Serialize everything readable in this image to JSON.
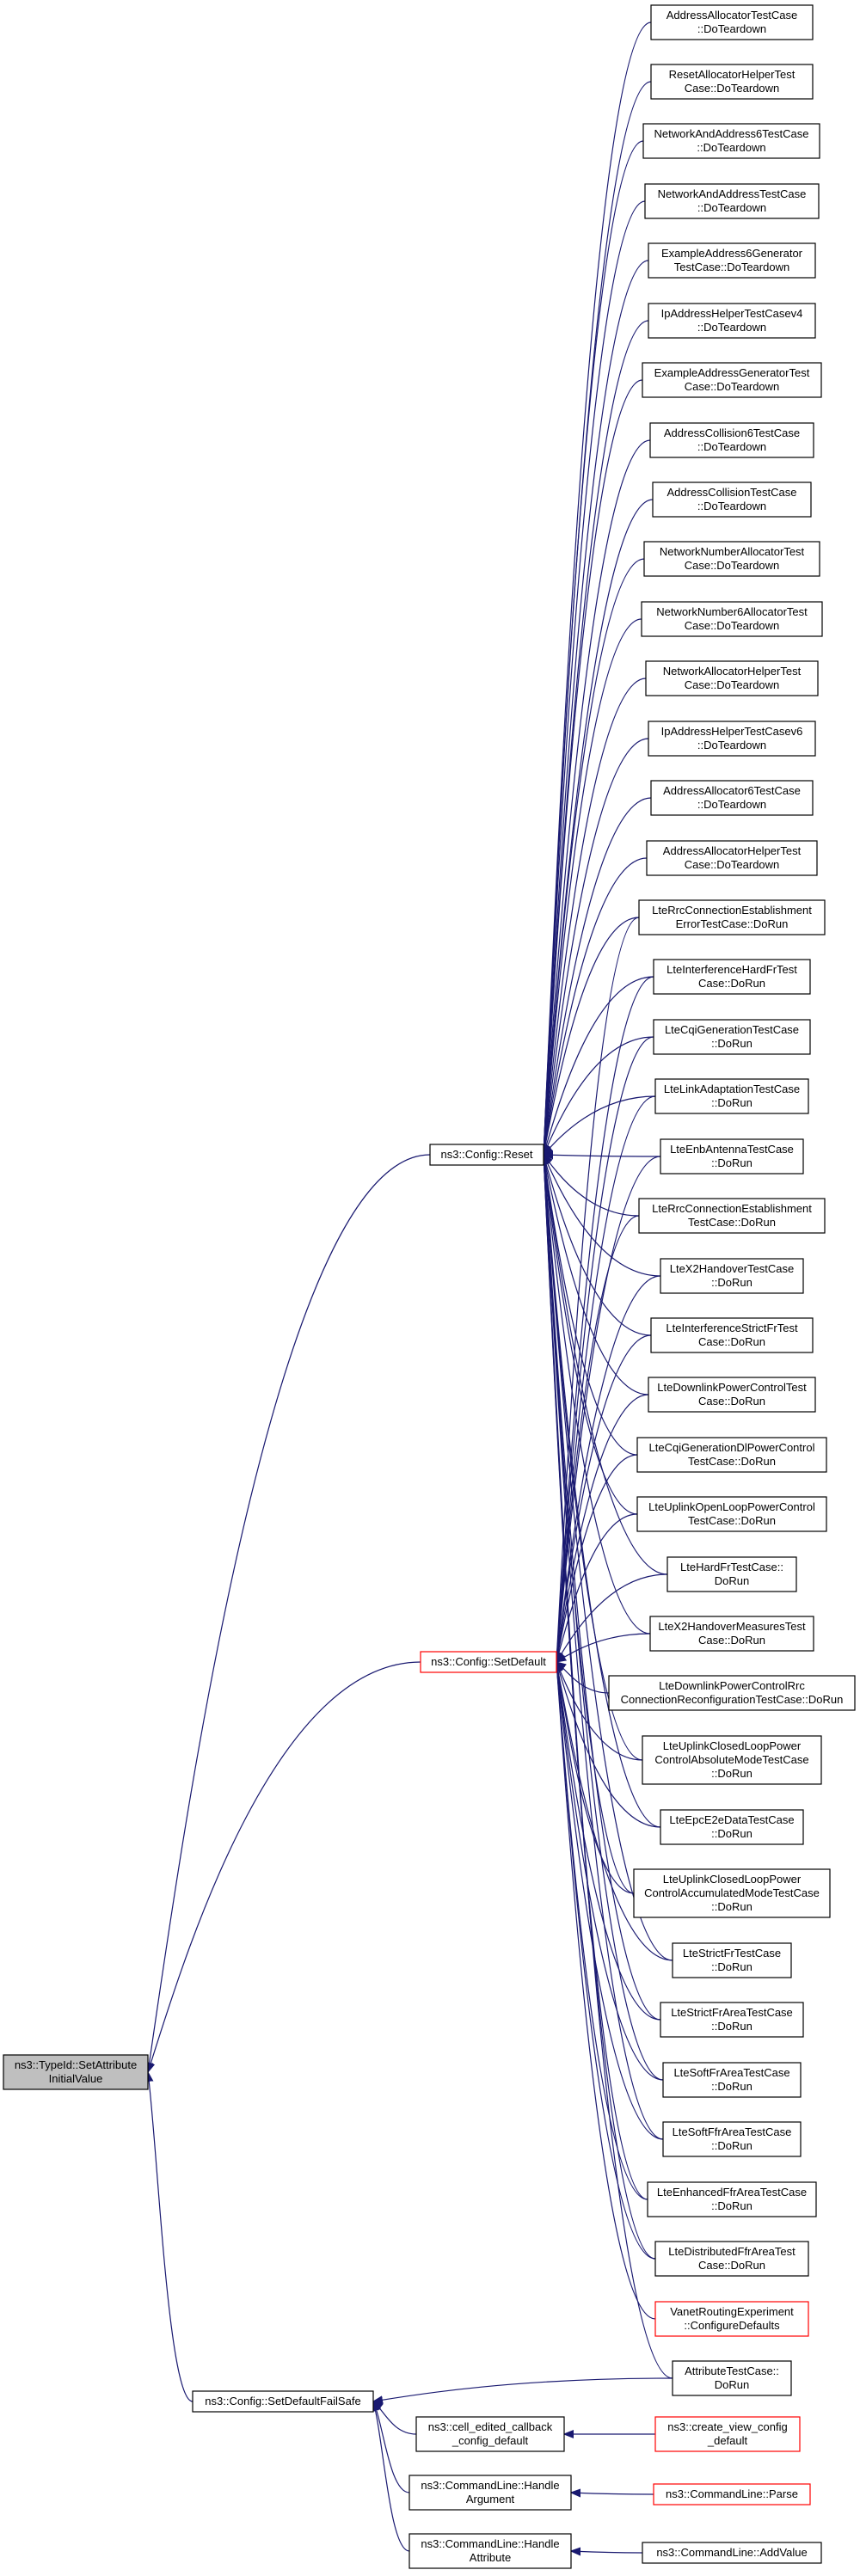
{
  "graph": {
    "nodes": [
      {
        "id": "typeid",
        "lines": [
          "ns3::TypeId::SetAttribute",
          "InitialValue"
        ],
        "style": "focus"
      },
      {
        "id": "reset",
        "lines": [
          "ns3::Config::Reset"
        ],
        "style": "normal"
      },
      {
        "id": "setdefault",
        "lines": [
          "ns3::Config::SetDefault"
        ],
        "style": "red"
      },
      {
        "id": "failsafe",
        "lines": [
          "ns3::Config::SetDefaultFailSafe"
        ],
        "style": "normal"
      },
      {
        "id": "n1",
        "lines": [
          "AddressAllocatorTestCase",
          "::DoTeardown"
        ],
        "style": "normal"
      },
      {
        "id": "n2",
        "lines": [
          "ResetAllocatorHelperTest",
          "Case::DoTeardown"
        ],
        "style": "normal"
      },
      {
        "id": "n3",
        "lines": [
          "NetworkAndAddress6TestCase",
          "::DoTeardown"
        ],
        "style": "normal"
      },
      {
        "id": "n4",
        "lines": [
          "NetworkAndAddressTestCase",
          "::DoTeardown"
        ],
        "style": "normal"
      },
      {
        "id": "n5",
        "lines": [
          "ExampleAddress6Generator",
          "TestCase::DoTeardown"
        ],
        "style": "normal"
      },
      {
        "id": "n6",
        "lines": [
          "IpAddressHelperTestCasev4",
          "::DoTeardown"
        ],
        "style": "normal"
      },
      {
        "id": "n7",
        "lines": [
          "ExampleAddressGeneratorTest",
          "Case::DoTeardown"
        ],
        "style": "normal"
      },
      {
        "id": "n8",
        "lines": [
          "AddressCollision6TestCase",
          "::DoTeardown"
        ],
        "style": "normal"
      },
      {
        "id": "n9",
        "lines": [
          "AddressCollisionTestCase",
          "::DoTeardown"
        ],
        "style": "normal"
      },
      {
        "id": "n10",
        "lines": [
          "NetworkNumberAllocatorTest",
          "Case::DoTeardown"
        ],
        "style": "normal"
      },
      {
        "id": "n11",
        "lines": [
          "NetworkNumber6AllocatorTest",
          "Case::DoTeardown"
        ],
        "style": "normal"
      },
      {
        "id": "n12",
        "lines": [
          "NetworkAllocatorHelperTest",
          "Case::DoTeardown"
        ],
        "style": "normal"
      },
      {
        "id": "n13",
        "lines": [
          "IpAddressHelperTestCasev6",
          "::DoTeardown"
        ],
        "style": "normal"
      },
      {
        "id": "n14",
        "lines": [
          "AddressAllocator6TestCase",
          "::DoTeardown"
        ],
        "style": "normal"
      },
      {
        "id": "n15",
        "lines": [
          "AddressAllocatorHelperTest",
          "Case::DoTeardown"
        ],
        "style": "normal"
      },
      {
        "id": "n16",
        "lines": [
          "LteRrcConnectionEstablishment",
          "ErrorTestCase::DoRun"
        ],
        "style": "normal"
      },
      {
        "id": "n17",
        "lines": [
          "LteInterferenceHardFrTest",
          "Case::DoRun"
        ],
        "style": "normal"
      },
      {
        "id": "n18",
        "lines": [
          "LteCqiGenerationTestCase",
          "::DoRun"
        ],
        "style": "normal"
      },
      {
        "id": "n19",
        "lines": [
          "LteLinkAdaptationTestCase",
          "::DoRun"
        ],
        "style": "normal"
      },
      {
        "id": "n20",
        "lines": [
          "LteEnbAntennaTestCase",
          "::DoRun"
        ],
        "style": "normal"
      },
      {
        "id": "n21",
        "lines": [
          "LteRrcConnectionEstablishment",
          "TestCase::DoRun"
        ],
        "style": "normal"
      },
      {
        "id": "n22",
        "lines": [
          "LteX2HandoverTestCase",
          "::DoRun"
        ],
        "style": "normal"
      },
      {
        "id": "n23",
        "lines": [
          "LteInterferenceStrictFrTest",
          "Case::DoRun"
        ],
        "style": "normal"
      },
      {
        "id": "n24",
        "lines": [
          "LteDownlinkPowerControlTest",
          "Case::DoRun"
        ],
        "style": "normal"
      },
      {
        "id": "n25",
        "lines": [
          "LteCqiGenerationDlPowerControl",
          "TestCase::DoRun"
        ],
        "style": "normal"
      },
      {
        "id": "n26",
        "lines": [
          "LteUplinkOpenLoopPowerControl",
          "TestCase::DoRun"
        ],
        "style": "normal"
      },
      {
        "id": "n27",
        "lines": [
          "LteHardFrTestCase::",
          "DoRun"
        ],
        "style": "normal"
      },
      {
        "id": "n28",
        "lines": [
          "LteX2HandoverMeasuresTest",
          "Case::DoRun"
        ],
        "style": "normal"
      },
      {
        "id": "n29",
        "lines": [
          "LteDownlinkPowerControlRrc",
          "ConnectionReconfigurationTestCase::DoRun"
        ],
        "style": "normal"
      },
      {
        "id": "n30",
        "lines": [
          "LteUplinkClosedLoopPower",
          "ControlAbsoluteModeTestCase",
          "::DoRun"
        ],
        "style": "normal"
      },
      {
        "id": "n31",
        "lines": [
          "LteEpcE2eDataTestCase",
          "::DoRun"
        ],
        "style": "normal"
      },
      {
        "id": "n32",
        "lines": [
          "LteUplinkClosedLoopPower",
          "ControlAccumulatedModeTestCase",
          "::DoRun"
        ],
        "style": "normal"
      },
      {
        "id": "n33",
        "lines": [
          "LteStrictFrTestCase",
          "::DoRun"
        ],
        "style": "normal"
      },
      {
        "id": "n34",
        "lines": [
          "LteStrictFrAreaTestCase",
          "::DoRun"
        ],
        "style": "normal"
      },
      {
        "id": "n35",
        "lines": [
          "LteSoftFrAreaTestCase",
          "::DoRun"
        ],
        "style": "normal"
      },
      {
        "id": "n36",
        "lines": [
          "LteSoftFfrAreaTestCase",
          "::DoRun"
        ],
        "style": "normal"
      },
      {
        "id": "n37",
        "lines": [
          "LteEnhancedFfrAreaTestCase",
          "::DoRun"
        ],
        "style": "normal"
      },
      {
        "id": "n38",
        "lines": [
          "LteDistributedFfrAreaTest",
          "Case::DoRun"
        ],
        "style": "normal"
      },
      {
        "id": "n39",
        "lines": [
          "VanetRoutingExperiment",
          "::ConfigureDefaults"
        ],
        "style": "red"
      },
      {
        "id": "n40",
        "lines": [
          "AttributeTestCase::",
          "DoRun"
        ],
        "style": "normal"
      },
      {
        "id": "cell",
        "lines": [
          "ns3::cell_edited_callback",
          "_config_default"
        ],
        "style": "normal"
      },
      {
        "id": "handlearg",
        "lines": [
          "ns3::CommandLine::Handle",
          "Argument"
        ],
        "style": "normal"
      },
      {
        "id": "handleattr",
        "lines": [
          "ns3::CommandLine::Handle",
          "Attribute"
        ],
        "style": "normal"
      },
      {
        "id": "createview",
        "lines": [
          "ns3::create_view_config",
          "_default"
        ],
        "style": "red"
      },
      {
        "id": "parse",
        "lines": [
          "ns3::CommandLine::Parse"
        ],
        "style": "red"
      },
      {
        "id": "addvalue",
        "lines": [
          "ns3::CommandLine::AddValue"
        ],
        "style": "normal"
      }
    ],
    "edges": [
      [
        "reset",
        "typeid"
      ],
      [
        "setdefault",
        "typeid"
      ],
      [
        "failsafe",
        "typeid"
      ],
      [
        "n1",
        "reset"
      ],
      [
        "n2",
        "reset"
      ],
      [
        "n3",
        "reset"
      ],
      [
        "n4",
        "reset"
      ],
      [
        "n5",
        "reset"
      ],
      [
        "n6",
        "reset"
      ],
      [
        "n7",
        "reset"
      ],
      [
        "n8",
        "reset"
      ],
      [
        "n9",
        "reset"
      ],
      [
        "n10",
        "reset"
      ],
      [
        "n11",
        "reset"
      ],
      [
        "n12",
        "reset"
      ],
      [
        "n13",
        "reset"
      ],
      [
        "n14",
        "reset"
      ],
      [
        "n15",
        "reset"
      ],
      [
        "n16",
        "reset"
      ],
      [
        "n17",
        "reset"
      ],
      [
        "n18",
        "reset"
      ],
      [
        "n19",
        "reset"
      ],
      [
        "n20",
        "reset"
      ],
      [
        "n21",
        "reset"
      ],
      [
        "n22",
        "reset"
      ],
      [
        "n23",
        "reset"
      ],
      [
        "n24",
        "reset"
      ],
      [
        "n25",
        "reset"
      ],
      [
        "n26",
        "reset"
      ],
      [
        "n27",
        "reset"
      ],
      [
        "n28",
        "reset"
      ],
      [
        "n30",
        "reset"
      ],
      [
        "n31",
        "reset"
      ],
      [
        "n32",
        "reset"
      ],
      [
        "n33",
        "reset"
      ],
      [
        "n34",
        "reset"
      ],
      [
        "n35",
        "reset"
      ],
      [
        "n36",
        "reset"
      ],
      [
        "n37",
        "reset"
      ],
      [
        "n38",
        "reset"
      ],
      [
        "n40",
        "reset"
      ],
      [
        "n16",
        "setdefault"
      ],
      [
        "n17",
        "setdefault"
      ],
      [
        "n18",
        "setdefault"
      ],
      [
        "n19",
        "setdefault"
      ],
      [
        "n20",
        "setdefault"
      ],
      [
        "n21",
        "setdefault"
      ],
      [
        "n22",
        "setdefault"
      ],
      [
        "n23",
        "setdefault"
      ],
      [
        "n24",
        "setdefault"
      ],
      [
        "n25",
        "setdefault"
      ],
      [
        "n26",
        "setdefault"
      ],
      [
        "n27",
        "setdefault"
      ],
      [
        "n28",
        "setdefault"
      ],
      [
        "n29",
        "setdefault"
      ],
      [
        "n30",
        "setdefault"
      ],
      [
        "n31",
        "setdefault"
      ],
      [
        "n32",
        "setdefault"
      ],
      [
        "n33",
        "setdefault"
      ],
      [
        "n34",
        "setdefault"
      ],
      [
        "n35",
        "setdefault"
      ],
      [
        "n36",
        "setdefault"
      ],
      [
        "n37",
        "setdefault"
      ],
      [
        "n38",
        "setdefault"
      ],
      [
        "n39",
        "setdefault"
      ],
      [
        "n40",
        "failsafe"
      ],
      [
        "cell",
        "failsafe"
      ],
      [
        "handlearg",
        "failsafe"
      ],
      [
        "handleattr",
        "failsafe"
      ],
      [
        "createview",
        "cell"
      ],
      [
        "parse",
        "handlearg"
      ],
      [
        "addvalue",
        "handleattr"
      ]
    ]
  }
}
